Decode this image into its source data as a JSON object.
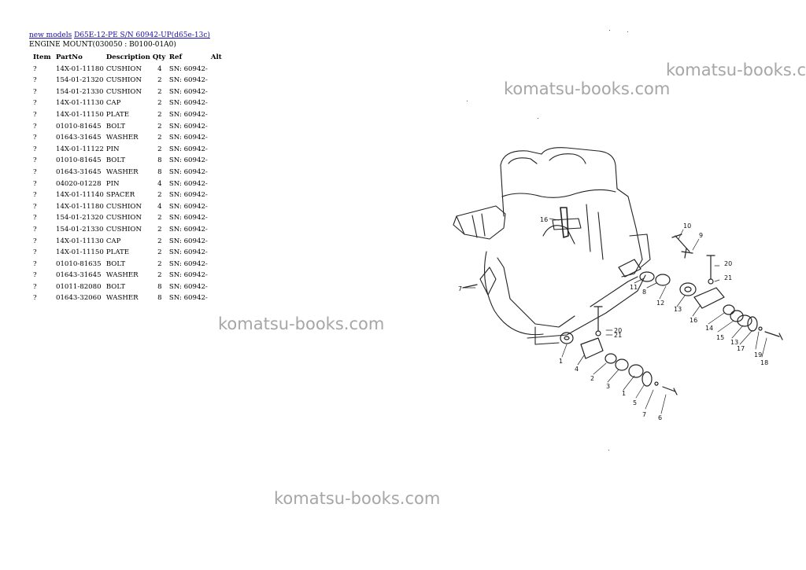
{
  "breadcrumb": {
    "link1": "new models",
    "link2": "D65E-12-PE S/N 60942-UP(d65e-13c)"
  },
  "subtitle": "ENGINE MOUNT(030050 : B0100-01A0)",
  "table": {
    "headers": [
      "Item",
      "PartNo",
      "Description",
      "Qty",
      "Ref",
      "Alt"
    ],
    "rows": [
      [
        "?",
        "14X-01-11180",
        "CUSHION",
        "4",
        "SN: 60942-",
        ""
      ],
      [
        "?",
        "154-01-21320",
        "CUSHION",
        "2",
        "SN: 60942-",
        ""
      ],
      [
        "?",
        "154-01-21330",
        "CUSHION",
        "2",
        "SN: 60942-",
        ""
      ],
      [
        "?",
        "14X-01-11130",
        "CAP",
        "2",
        "SN: 60942-",
        ""
      ],
      [
        "?",
        "14X-01-11150",
        "PLATE",
        "2",
        "SN: 60942-",
        ""
      ],
      [
        "?",
        "01010-81645",
        "BOLT",
        "2",
        "SN: 60942-",
        ""
      ],
      [
        "?",
        "01643-31645",
        "WASHER",
        "2",
        "SN: 60942-",
        ""
      ],
      [
        "?",
        "14X-01-11122",
        "PIN",
        "2",
        "SN: 60942-",
        ""
      ],
      [
        "?",
        "01010-81645",
        "BOLT",
        "8",
        "SN: 60942-",
        ""
      ],
      [
        "?",
        "01643-31645",
        "WASHER",
        "8",
        "SN: 60942-",
        ""
      ],
      [
        "?",
        "04020-01228",
        "PIN",
        "4",
        "SN: 60942-",
        ""
      ],
      [
        "?",
        "14X-01-11140",
        "SPACER",
        "2",
        "SN: 60942-",
        ""
      ],
      [
        "?",
        "14X-01-11180",
        "CUSHION",
        "4",
        "SN: 60942-",
        ""
      ],
      [
        "?",
        "154-01-21320",
        "CUSHION",
        "2",
        "SN: 60942-",
        ""
      ],
      [
        "?",
        "154-01-21330",
        "CUSHION",
        "2",
        "SN: 60942-",
        ""
      ],
      [
        "?",
        "14X-01-11130",
        "CAP",
        "2",
        "SN: 60942-",
        ""
      ],
      [
        "?",
        "14X-01-11150",
        "PLATE",
        "2",
        "SN: 60942-",
        ""
      ],
      [
        "?",
        "01010-81635",
        "BOLT",
        "2",
        "SN: 60942-",
        ""
      ],
      [
        "?",
        "01643-31645",
        "WASHER",
        "2",
        "SN: 60942-",
        ""
      ],
      [
        "?",
        "01011-82080",
        "BOLT",
        "8",
        "SN: 60942-",
        ""
      ],
      [
        "?",
        "01643-32060",
        "WASHER",
        "8",
        "SN: 60942-",
        ""
      ]
    ]
  },
  "watermark": "komatsu-books.com",
  "diagram_labels": [
    "16",
    "10",
    "9",
    "20",
    "21",
    "11",
    "8",
    "12",
    "13",
    "16",
    "14",
    "15",
    "13",
    "17",
    "19",
    "18",
    "20",
    "21",
    "1",
    "4",
    "2",
    "3",
    "1",
    "5",
    "7",
    "6",
    "7"
  ]
}
